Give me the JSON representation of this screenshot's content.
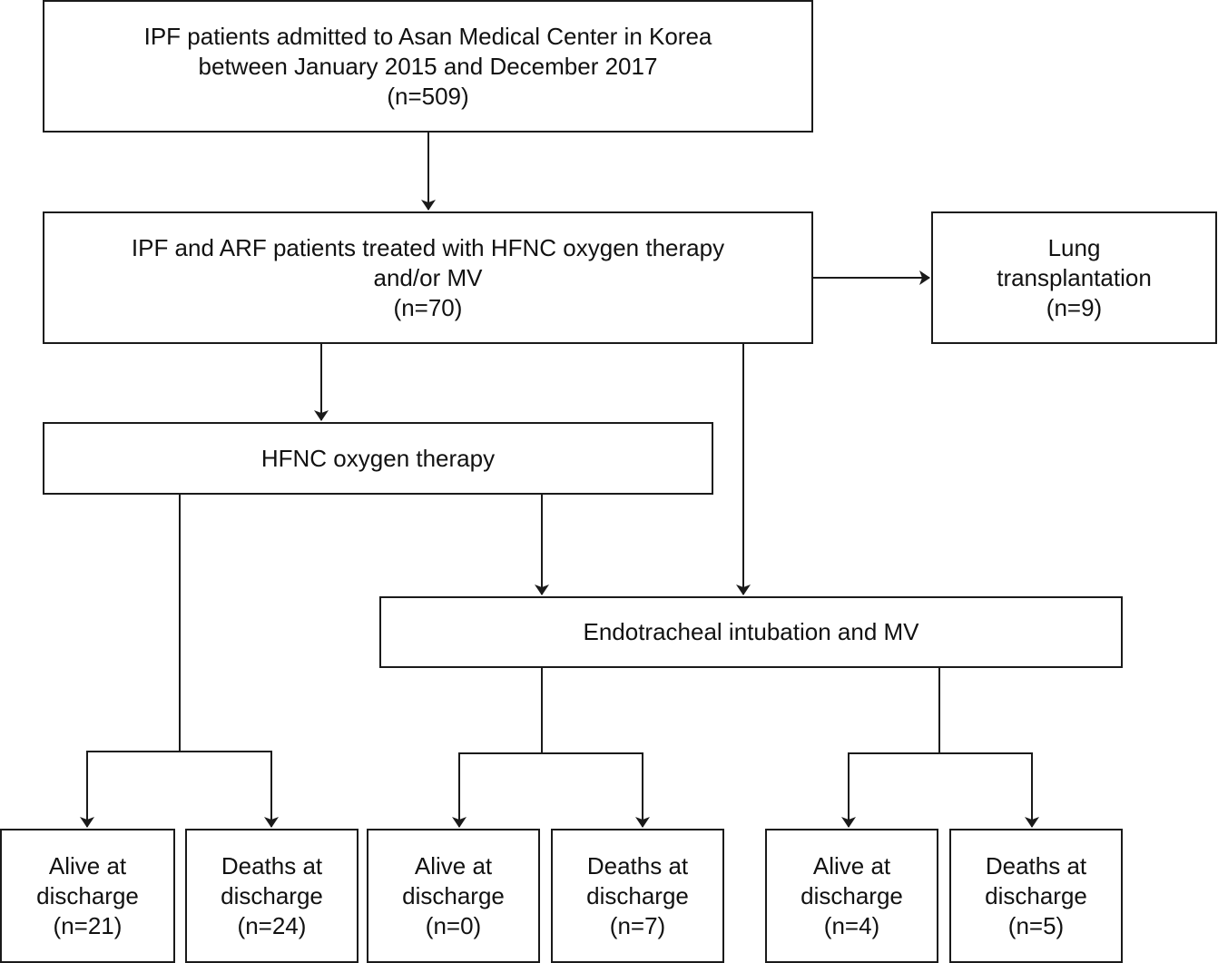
{
  "boxes": {
    "top": {
      "line1": "IPF patients admitted to Asan Medical Center in Korea",
      "line2": "between January 2015 and December 2017",
      "line3": "(n=509)"
    },
    "mid": {
      "line1": "IPF and ARF patients treated with HFNC oxygen therapy",
      "line2": "and/or MV",
      "line3": "(n=70)"
    },
    "lung": {
      "line1": "Lung",
      "line2": "transplantation",
      "line3": "(n=9)"
    },
    "hfnc": {
      "label": "HFNC oxygen therapy"
    },
    "intubation": {
      "label": "Endotracheal intubation and MV"
    }
  },
  "outcomes": [
    {
      "line1": "Alive at",
      "line2": "discharge",
      "line3": "(n=21)"
    },
    {
      "line1": "Deaths at",
      "line2": "discharge",
      "line3": "(n=24)"
    },
    {
      "line1": "Alive at",
      "line2": "discharge",
      "line3": "(n=0)"
    },
    {
      "line1": "Deaths at",
      "line2": "discharge",
      "line3": "(n=7)"
    },
    {
      "line1": "Alive at",
      "line2": "discharge",
      "line3": "(n=4)"
    },
    {
      "line1": "Deaths at",
      "line2": "discharge",
      "line3": "(n=5)"
    }
  ],
  "colors": {
    "stroke": "#1a1a1a",
    "background": "#ffffff"
  }
}
